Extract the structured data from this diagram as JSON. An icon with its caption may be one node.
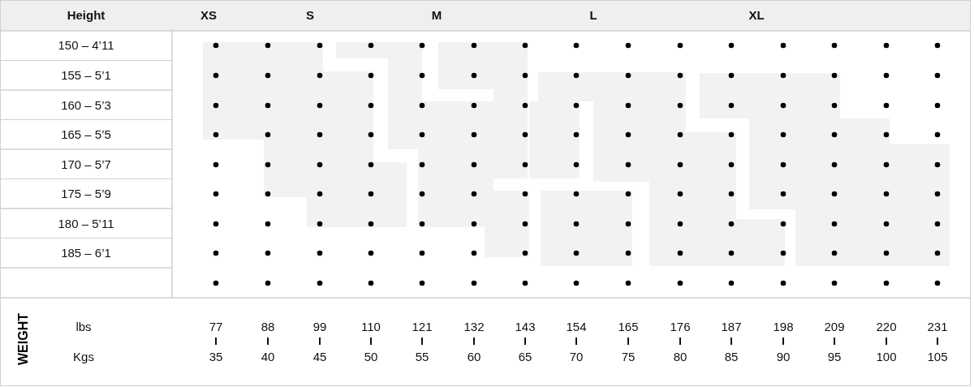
{
  "diagram": {
    "labels": [
      "Height",
      "XS",
      "S",
      "M",
      "L",
      "XL",
      "150 – 4’11",
      "155 – 5’1",
      "160 – 5’3",
      "165 – 5’5",
      "170 – 5’7",
      "175 – 5’9",
      "180 – 5’11",
      "185 – 6’1",
      "WEIGHT",
      "lbs",
      "77",
      "88",
      "99",
      "110",
      "121",
      "132",
      "143",
      "154",
      "165",
      "176",
      "187",
      "198",
      "209",
      "220",
      "231",
      "Kgs",
      "35",
      "40",
      "45",
      "50",
      "55",
      "60",
      "65",
      "70",
      "75",
      "80",
      "85",
      "90",
      "95",
      "100",
      "105"
    ]
  }
}
